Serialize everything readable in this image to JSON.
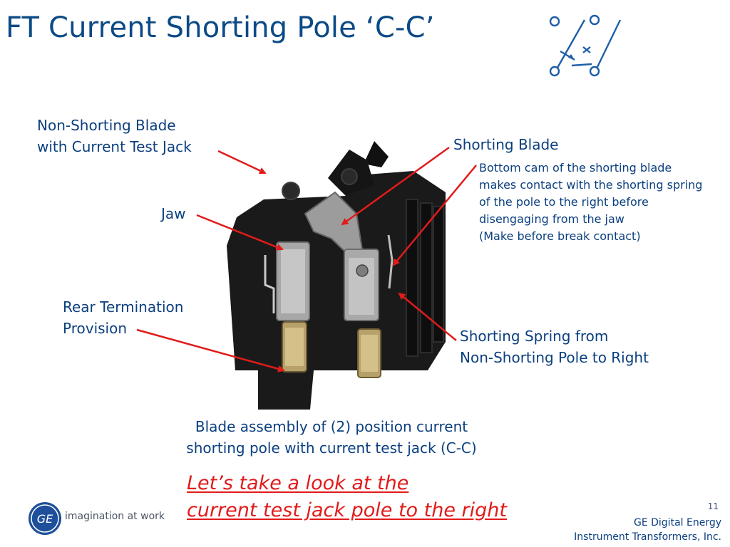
{
  "slide": {
    "title": "FT Current Shorting Pole ‘C-C’",
    "labels": {
      "non_shorting_blade": [
        "Non-Shorting Blade",
        "with Current Test Jack"
      ],
      "jaw": "Jaw",
      "rear_termination": [
        "Rear Termination",
        "Provision"
      ],
      "shorting_blade": "Shorting Blade",
      "cam_note": [
        "Bottom cam of the shorting blade",
        "makes contact with the shorting spring",
        "of the pole to the right before",
        "disengaging from the jaw",
        "(Make before break contact)"
      ],
      "shorting_spring": [
        "Shorting Spring from",
        "Non-Shorting Pole to Right"
      ]
    },
    "caption": [
      "Blade assembly of (2) position current",
      "shorting pole with current test jack (C-C)"
    ],
    "call_to_action": [
      "Let’s take a look at the",
      "current test jack pole to the right"
    ]
  },
  "footer": {
    "tagline": "imagination at work",
    "logo_text": "GE",
    "slide_number": "11",
    "company": [
      "GE Digital Energy",
      "Instrument Transformers, Inc."
    ]
  },
  "colors": {
    "title": "#0b4a86",
    "label": "#0b3f7f",
    "arrow": "#e11b1b",
    "cta": "#e11b1b",
    "schematic": "#1f5fa8"
  },
  "icons": [
    "switch-schematic-icon",
    "ge-logo-icon"
  ]
}
